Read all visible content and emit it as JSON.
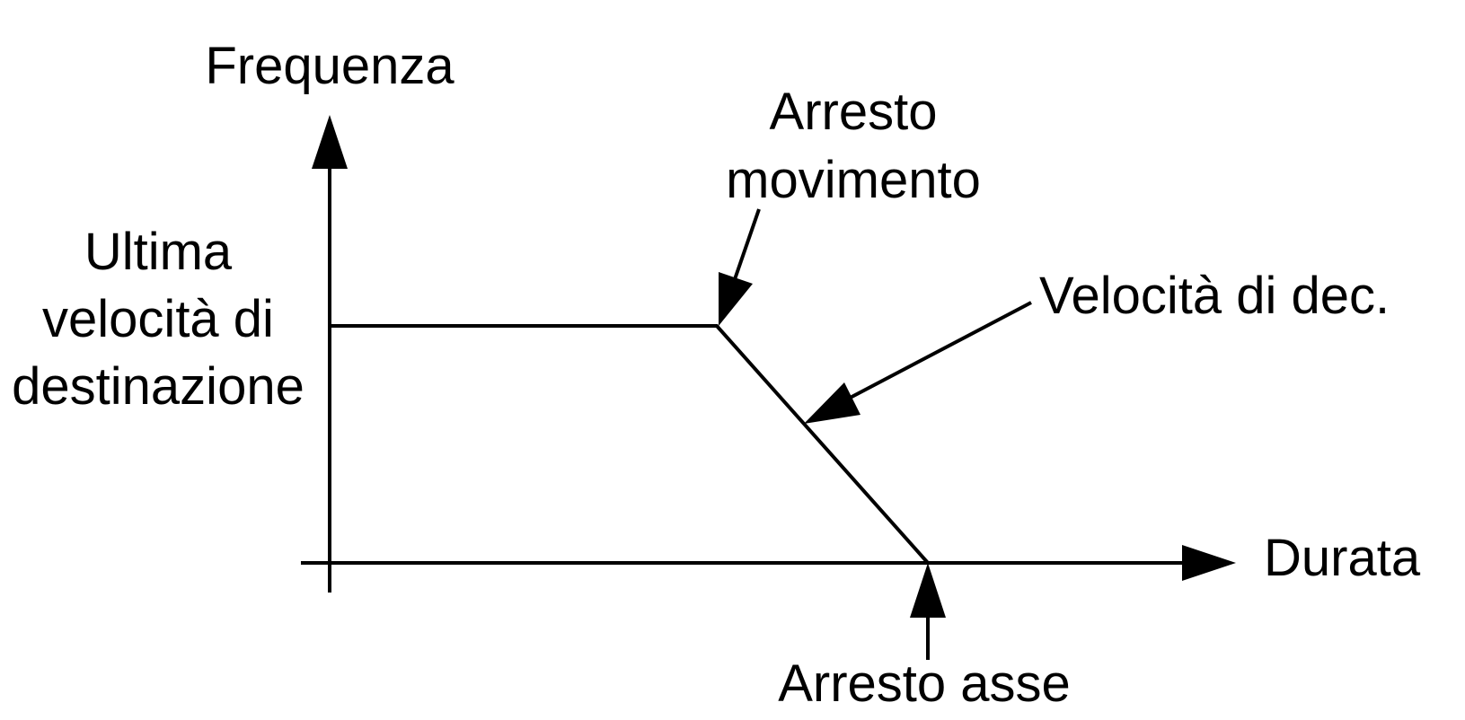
{
  "axes": {
    "y_label": "Frequenza",
    "x_label": "Durata"
  },
  "labels": {
    "target_speed": [
      "Ultima",
      "velocità di",
      "destinazione"
    ],
    "motion_stop": [
      "Arresto",
      "movimento"
    ],
    "decel_rate": "Velocità di dec.",
    "axis_stop": "Arresto asse"
  },
  "colors": {
    "line": "#000000",
    "background": "#ffffff"
  }
}
